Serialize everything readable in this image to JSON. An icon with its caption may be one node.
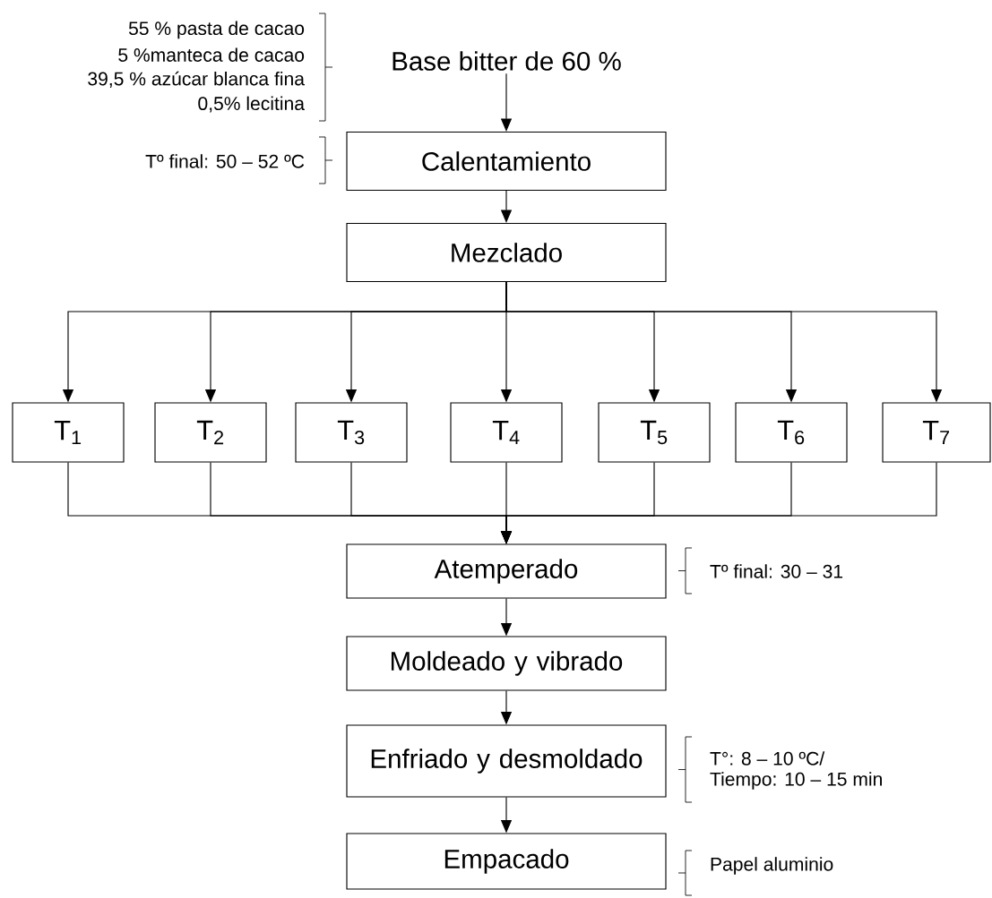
{
  "diagram": {
    "nodes": [
      {
        "text": [
          "Base bitter de 60 %"
        ],
        "beside": [
          "55 % pasta de cacao",
          "5 %manteca de cacao",
          "39,5 % azúcar blanca fina",
          "0,5% lecitina"
        ]
      },
      {
        "text": [
          "Calentamiento"
        ],
        "beside": [
          "Tº final: 50 – 52 ºC"
        ]
      },
      {
        "text": [
          "Mezclado"
        ]
      },
      {
        "text": [
          "T$_{1}$"
        ]
      },
      {
        "text": [
          "T$_{2}$"
        ]
      },
      {
        "text": [
          "T$_{3}$"
        ]
      },
      {
        "text": [
          "T$_{4}$"
        ]
      },
      {
        "text": [
          "T$_{5}$"
        ]
      },
      {
        "text": [
          "T$_{6}$"
        ]
      },
      {
        "text": [
          "T$_{7}$"
        ]
      },
      {
        "text": [
          "Atemperado"
        ],
        "beside": [
          "Tº final: 30 – 31"
        ]
      },
      {
        "text": [
          "Moldeado y vibrado"
        ]
      },
      {
        "text": [
          "Enfriado y desmoldado"
        ],
        "beside": [
          "T°: 8 – 10 ºC/",
          "Tiempo: 10 – 15 min"
        ]
      },
      {
        "text": [
          "Empacado"
        ],
        "beside": [
          "Papel aluminio"
        ]
      }
    ],
    "edges": [
      {
        "from": 0,
        "to": 1,
        "arrow": "to"
      },
      {
        "from": 1,
        "to": 2,
        "arrow": "to"
      },
      {
        "from": 2,
        "to": 3,
        "arrow": "to"
      },
      {
        "from": 2,
        "to": 4,
        "arrow": "to"
      },
      {
        "from": 2,
        "to": 5,
        "arrow": "to"
      },
      {
        "from": 2,
        "to": 6,
        "arrow": "to"
      },
      {
        "from": 2,
        "to": 7,
        "arrow": "to"
      },
      {
        "from": 2,
        "to": 8,
        "arrow": "to"
      },
      {
        "from": 2,
        "to": 9,
        "arrow": "to"
      },
      {
        "from": 3,
        "to": 10,
        "arrow": "to"
      },
      {
        "from": 4,
        "to": 10,
        "arrow": "to"
      },
      {
        "from": 5,
        "to": 10,
        "arrow": "to"
      },
      {
        "from": 6,
        "to": 10,
        "arrow": "to"
      },
      {
        "from": 7,
        "to": 10,
        "arrow": "to"
      },
      {
        "from": 8,
        "to": 10,
        "arrow": "to"
      },
      {
        "from": 9,
        "to": 10,
        "arrow": "to"
      },
      {
        "from": 10,
        "to": 11,
        "arrow": "to"
      },
      {
        "from": 11,
        "to": 12,
        "arrow": "to"
      },
      {
        "from": 12,
        "to": 13,
        "arrow": "to"
      }
    ]
  }
}
